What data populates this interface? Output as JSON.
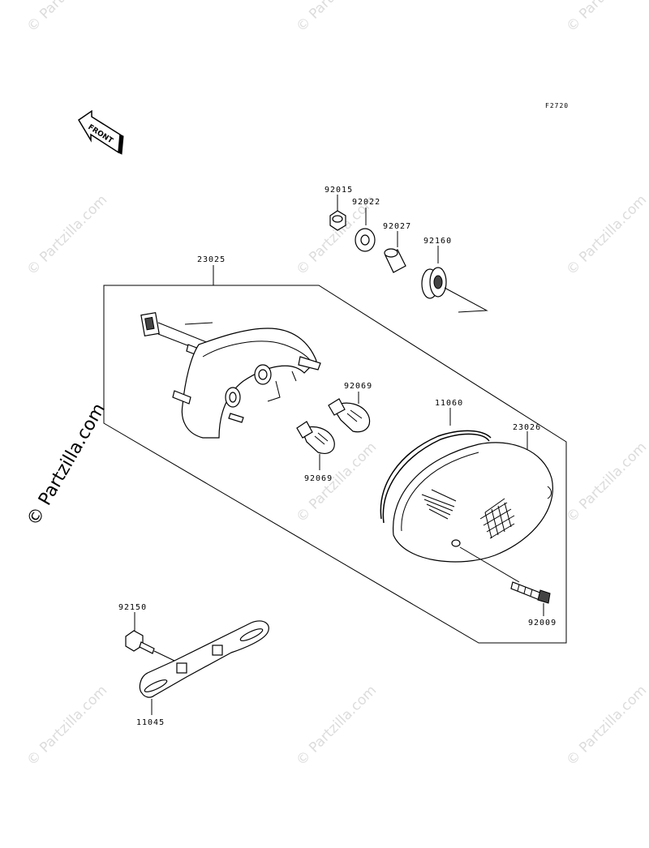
{
  "ref_code": "F2720",
  "front_label": "FRONT",
  "watermark": "© Partzilla.com",
  "parts": {
    "p92015": "92015",
    "p92022": "92022",
    "p92027": "92027",
    "p92160": "92160",
    "p23025": "23025",
    "p92069a": "92069",
    "p92069b": "92069",
    "p11060": "11060",
    "p23026": "23026",
    "p92009": "92009",
    "p92150": "92150",
    "p11045": "11045"
  }
}
